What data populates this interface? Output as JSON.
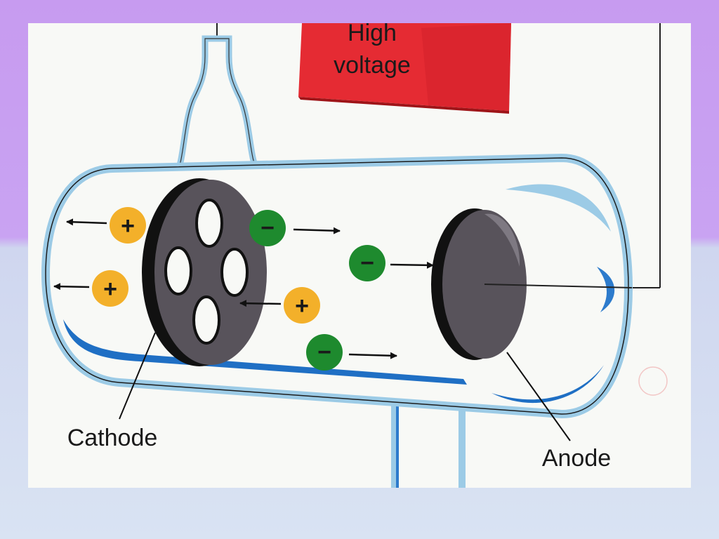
{
  "diagram": {
    "power_supply_label_line1": "High",
    "power_supply_label_line2": "voltage",
    "cathode_label": "Cathode",
    "anode_label": "Anode",
    "positive_sign": "+",
    "negative_sign": "−"
  },
  "colors": {
    "slide_top": "#c79bf0",
    "slide_bottom": "#d9e3f3",
    "panel": "#f8f9f6",
    "glass": "#9ccbe6",
    "glass_dark": "#1f6fc4",
    "electrode": "#58535b",
    "positive_ion": "#f3b02a",
    "negative_ion": "#1e8a2e",
    "power_supply": "#e52b33"
  }
}
